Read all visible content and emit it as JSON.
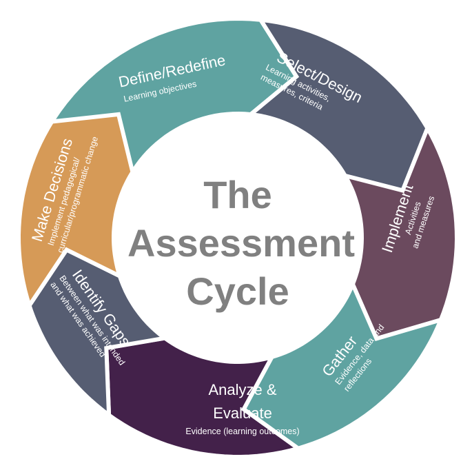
{
  "center_title": {
    "line1": "The",
    "line2": "Assessment",
    "line3": "Cycle"
  },
  "stages": [
    {
      "title": "Define/Redefine",
      "sub": [
        "Learning objectives"
      ],
      "color": "#5fa3a1"
    },
    {
      "title": "Select/Design",
      "sub": [
        "Learning activities,",
        "measures,  criteria"
      ],
      "color": "#565d72"
    },
    {
      "title": "Implement",
      "sub": [
        "Activities",
        "and measures"
      ],
      "color": "#6b4a5e"
    },
    {
      "title": "Gather",
      "sub": [
        "Evidence, data and",
        "reflections"
      ],
      "color": "#5fa3a1"
    },
    {
      "title": "Analyze &",
      "title2": "Evaluate",
      "sub": [
        "Evidence (learning outcomes)"
      ],
      "color": "#43214a"
    },
    {
      "title": "Identify Gaps",
      "sub": [
        "Between what was intended",
        "and what was achieved"
      ],
      "color": "#565d72"
    },
    {
      "title": "Make Decisions",
      "sub": [
        "Implement pedagogical/",
        "curricular/programmatic change"
      ],
      "color": "#d69a57"
    }
  ]
}
